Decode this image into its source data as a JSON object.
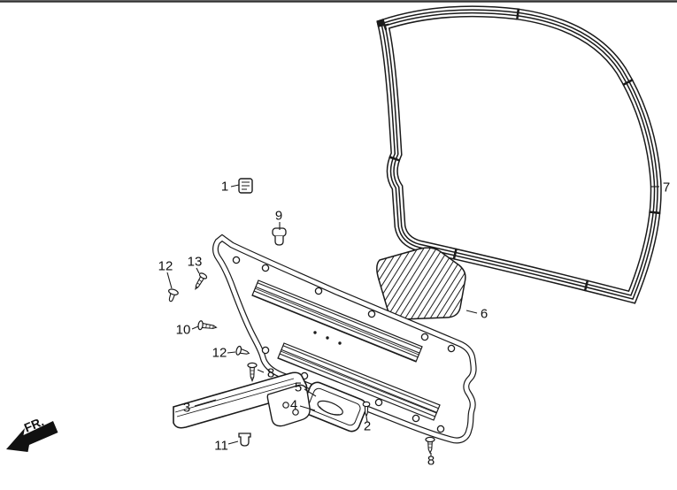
{
  "diagram": {
    "direction_label": "FR.",
    "part_labels": [
      {
        "id": "callout-1",
        "text": "1"
      },
      {
        "id": "callout-9",
        "text": "9"
      },
      {
        "id": "callout-12a",
        "text": "12"
      },
      {
        "id": "callout-13",
        "text": "13"
      },
      {
        "id": "callout-10",
        "text": "10"
      },
      {
        "id": "callout-12b",
        "text": "12"
      },
      {
        "id": "callout-8a",
        "text": "8"
      },
      {
        "id": "callout-3",
        "text": "3"
      },
      {
        "id": "callout-11",
        "text": "11"
      },
      {
        "id": "callout-5",
        "text": "5"
      },
      {
        "id": "callout-4",
        "text": "4"
      },
      {
        "id": "callout-2",
        "text": "2"
      },
      {
        "id": "callout-6",
        "text": "6"
      },
      {
        "id": "callout-7",
        "text": "7"
      },
      {
        "id": "callout-8b",
        "text": "8"
      }
    ],
    "line_color": "#1a1a1a"
  }
}
